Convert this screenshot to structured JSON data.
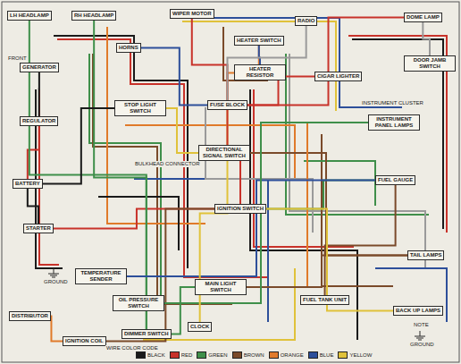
{
  "diagram": {
    "nodes": [
      {
        "text": [
          "LH HEADLAMP"
        ]
      },
      {
        "text": [
          "RH HEADLAMP"
        ]
      },
      {
        "text": [
          "HORNS"
        ]
      },
      {
        "text": [
          "GENERATOR"
        ]
      },
      {
        "text": [
          "REGULATOR"
        ]
      },
      {
        "text": [
          "BATTERY"
        ]
      },
      {
        "text": [
          "STARTER"
        ]
      },
      {
        "text": [
          "DISTRIBUTOR"
        ]
      },
      {
        "text": [
          "IGNITION COIL"
        ]
      },
      {
        "text": [
          "TEMPERATURE SENDER"
        ]
      },
      {
        "text": [
          "OIL PRESSURE SWITCH"
        ]
      },
      {
        "text": [
          "STOP LIGHT SWITCH"
        ]
      },
      {
        "text": [
          "FUSE BLOCK"
        ]
      },
      {
        "text": [
          "HEATER SWITCH"
        ]
      },
      {
        "text": [
          "HEATER RESISTOR"
        ]
      },
      {
        "text": [
          "WIPER MOTOR"
        ]
      },
      {
        "text": [
          "DIRECTIONAL SIGNAL SWITCH"
        ]
      },
      {
        "text": [
          "IGNITION SWITCH"
        ]
      },
      {
        "text": [
          "MAIN LIGHT SWITCH"
        ]
      },
      {
        "text": [
          "DIMMER SWITCH"
        ]
      },
      {
        "text": [
          "CLOCK"
        ]
      },
      {
        "text": [
          "RADIO"
        ]
      },
      {
        "text": [
          "CIGAR LIGHTER"
        ]
      },
      {
        "text": [
          "INSTRUMENT PANEL LAMPS"
        ]
      },
      {
        "text": [
          "FUEL GAUGE"
        ]
      },
      {
        "text": [
          "TAIL LAMPS"
        ]
      },
      {
        "text": [
          "BACK UP LAMPS"
        ]
      },
      {
        "text": [
          "DOME LAMP"
        ]
      },
      {
        "text": [
          "DOOR JAMB SWITCH"
        ]
      },
      {
        "text": [
          "FUEL TANK UNIT"
        ]
      }
    ],
    "edges": [
      {
        "from": 3,
        "to": 4,
        "arrow": "none"
      },
      {
        "from": 4,
        "to": 5,
        "arrow": "none"
      },
      {
        "from": 5,
        "to": 6,
        "arrow": "none"
      },
      {
        "from": 6,
        "to": 17,
        "arrow": "none"
      },
      {
        "from": 17,
        "to": 8,
        "arrow": "none"
      },
      {
        "from": 8,
        "to": 7,
        "arrow": "none"
      },
      {
        "from": 18,
        "to": 19,
        "arrow": "none"
      },
      {
        "from": 19,
        "to": 0,
        "arrow": "none"
      },
      {
        "from": 19,
        "to": 1,
        "arrow": "none"
      },
      {
        "from": 12,
        "to": 2,
        "arrow": "none"
      },
      {
        "from": 11,
        "to": 16,
        "arrow": "none"
      },
      {
        "from": 16,
        "to": 25,
        "arrow": "none"
      },
      {
        "from": 12,
        "to": 13,
        "arrow": "none"
      },
      {
        "from": 13,
        "to": 14,
        "arrow": "none"
      },
      {
        "from": 12,
        "to": 15,
        "arrow": "none"
      },
      {
        "from": 12,
        "to": 21,
        "arrow": "none"
      },
      {
        "from": 12,
        "to": 22,
        "arrow": "none"
      },
      {
        "from": 18,
        "to": 23,
        "arrow": "none"
      },
      {
        "from": 17,
        "to": 24,
        "arrow": "none"
      },
      {
        "from": 24,
        "to": 29,
        "arrow": "none"
      },
      {
        "from": 18,
        "to": 25,
        "arrow": "none"
      },
      {
        "from": 17,
        "to": 26,
        "arrow": "none"
      },
      {
        "from": 27,
        "to": 28,
        "arrow": "none"
      },
      {
        "from": 12,
        "to": 27,
        "arrow": "none"
      },
      {
        "from": 9,
        "to": 24,
        "arrow": "none"
      },
      {
        "from": 10,
        "to": 23,
        "arrow": "none"
      },
      {
        "from": 12,
        "to": 20,
        "arrow": "none"
      },
      {
        "from": 17,
        "to": 12,
        "arrow": "none"
      },
      {
        "from": 5,
        "to": 11,
        "arrow": "none"
      }
    ],
    "labels": [
      "FRONT",
      "BULKHEAD CONNECTOR",
      "GROUND",
      "GROUND",
      "INSTRUMENT CLUSTER",
      "NOTE",
      "WIRE COLOR CODE"
    ],
    "legend": [
      {
        "text": "BLACK",
        "color": "#1a1a1a"
      },
      {
        "text": "RED",
        "color": "#c8322a"
      },
      {
        "text": "GREEN",
        "color": "#3f8f4a"
      },
      {
        "text": "BROWN",
        "color": "#7a4a2a"
      },
      {
        "text": "ORANGE",
        "color": "#e07a2a"
      },
      {
        "text": "BLUE",
        "color": "#2d4f9a"
      },
      {
        "text": "YELLOW",
        "color": "#e0c23a"
      }
    ]
  }
}
